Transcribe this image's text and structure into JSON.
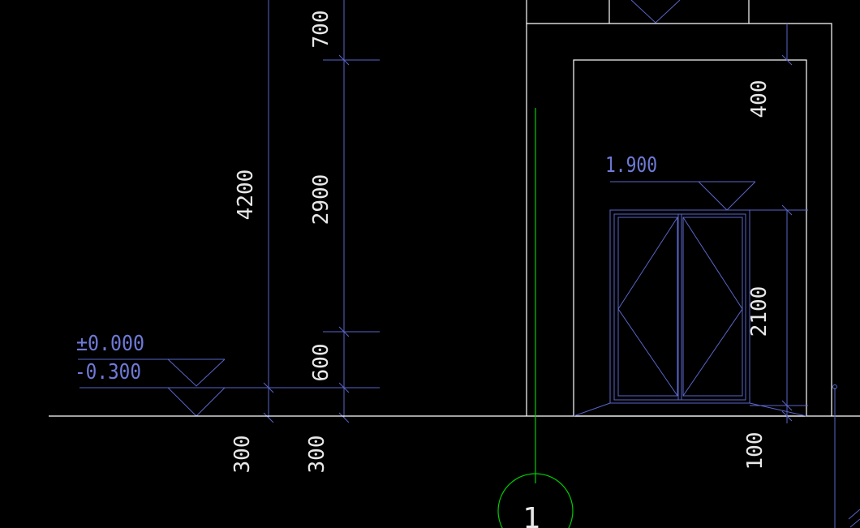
{
  "colors": {
    "background": "#000000",
    "dimension": "#5a66c8",
    "outline": "#ffffff",
    "axis": "#00cc00",
    "text": "#e8e8e8",
    "elevation_text": "#6f7ad8"
  },
  "dimensions": {
    "total_height": "4200",
    "top_segment": "700",
    "middle_segment": "2900",
    "bottom_segment": "600",
    "lower_left": "300",
    "lower_right": "300",
    "canopy_height": "400",
    "door_height": "2100",
    "step_height": "100"
  },
  "elevations": {
    "ground": "±0.000",
    "outdoor": "-0.300",
    "door_head": "1.900"
  },
  "axis": {
    "label": "1"
  }
}
